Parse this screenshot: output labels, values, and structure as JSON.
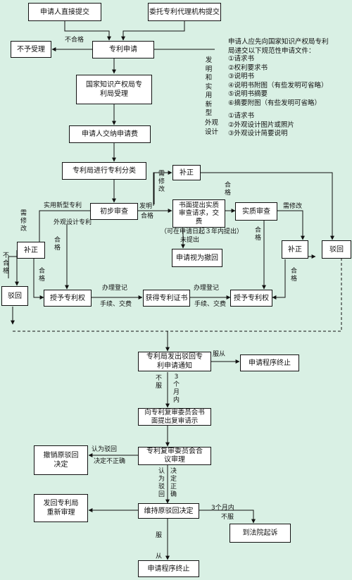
{
  "boxes": {
    "direct_submit": "申请人直接提交",
    "agency_submit": "委托专利代理机构提交",
    "reject_receipt": "不予受理",
    "patent_application": "专利申请",
    "sipo_accept": "国家知识产权局专利局受理",
    "pay_fee": "申请人交纳申请费",
    "classify": "专利局进行专利分类",
    "prelim_exam": "初步审查",
    "supplement_1": "补正",
    "written_exam_request": "书面提出实质审查请求，交费",
    "substantive_exam": "实质审查",
    "supplement_2": "补正",
    "reject_2": "驳回",
    "supplement_left": "补正",
    "reject_left": "驳回",
    "grant_left": "授予专利权",
    "get_certificate": "获得专利证书",
    "grant_right": "授予专利权",
    "deemed_withdrawn": "申请视为撤回",
    "reject_notice": "专利局发出驳回专利申请通知",
    "terminate_1": "申请程序终止",
    "reexam_request": "向专利复审委员会书面提出复审请示",
    "reexam_meeting": "专利复审委员会合议审理",
    "revoke": "撤销原驳回决定",
    "return_review": "发回专利局重新审理",
    "uphold": "维持原驳回决定",
    "court": "到法院起诉",
    "terminate_2": "申请程序终止"
  },
  "requirements": {
    "intro_1": "申请人应先向国家知识产权局专利",
    "intro_2": "局递交以下规范性申请文件：",
    "invention_label": "发明和实用新型",
    "invention_items": [
      "①请求书",
      "②权利要求书",
      "③说明书",
      "④说明书附图（有些发明可省略）",
      "⑤说明书摘要",
      "⑥摘要附图（有些发明可省略）"
    ],
    "design_label": "外观设计",
    "design_items": [
      "①请求书",
      "②外观设计图片或照片",
      "③外观设计简要说明"
    ]
  },
  "labels": {
    "unqualified_top": "不合格",
    "utility_model": "实用新型专利",
    "design_patent": "外观设计专利",
    "need_fix_1": "需修改",
    "need_fix_left": "需修改",
    "invention": "发明",
    "qualified_1": "合格",
    "qualified_2": "合格",
    "qualified_3": "合格",
    "qualified_4": "合格",
    "qualified_5": "合格",
    "unqualified_left": "不合格",
    "need_fix_2": "需修改",
    "three_years": "（可在申请日起３年内提出）",
    "not_submitted": "未提出",
    "register_1": "办理登记",
    "fee_1": "手续、交费",
    "register_2": "办理登记",
    "fee_2": "手续、交费",
    "accept_1": "服从",
    "not_accept_1": "不服",
    "three_months_1": "3个月内",
    "reject_deemed": "认为驳回",
    "decision_wrong": "决定不正确",
    "reject_deemed_2": "认为驳回",
    "decision_right": "决定正确",
    "three_months_2": "3个月内",
    "not_accept_2": "不服",
    "accept_2": "服从"
  }
}
